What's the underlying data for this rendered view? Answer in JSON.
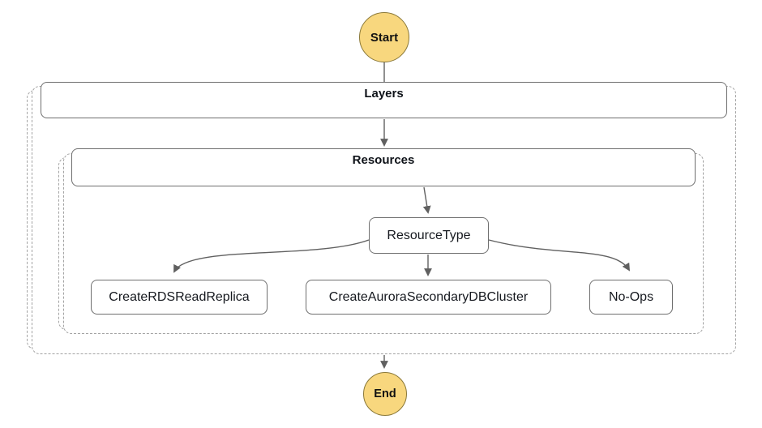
{
  "diagram": {
    "type": "flowchart",
    "nodes": {
      "start": {
        "label": "Start",
        "shape": "circle"
      },
      "layers": {
        "label": "Layers",
        "role": "map-container"
      },
      "resources": {
        "label": "Resources",
        "role": "map-container"
      },
      "resource_type": {
        "label": "ResourceType",
        "role": "choice"
      },
      "branches": [
        {
          "label": "CreateRDSReadReplica"
        },
        {
          "label": "CreateAuroraSecondaryDBCluster"
        },
        {
          "label": "No-Ops"
        }
      ],
      "end": {
        "label": "End",
        "shape": "circle"
      }
    },
    "connections": [
      {
        "from": "Start",
        "to": "Layers",
        "arrowhead": false
      },
      {
        "from": "Layers",
        "to": "Resources",
        "arrowhead": true
      },
      {
        "from": "Resources",
        "to": "ResourceType",
        "arrowhead": true
      },
      {
        "from": "ResourceType",
        "to": "CreateRDSReadReplica",
        "arrowhead": true
      },
      {
        "from": "ResourceType",
        "to": "CreateAuroraSecondaryDBCluster",
        "arrowhead": true
      },
      {
        "from": "ResourceType",
        "to": "No-Ops",
        "arrowhead": true
      },
      {
        "from": "Resources",
        "to": "End",
        "arrowhead": true
      }
    ],
    "colors": {
      "terminal_fill": "#F8D77E",
      "terminal_border": "#8A7838",
      "box_border": "#6F6F6F",
      "dashed_border": "#A3A3A3",
      "connector": "#606060",
      "header_text": "#0F1319",
      "label_text": "#16191F",
      "canvas_bg": "#FFFFFF"
    }
  }
}
